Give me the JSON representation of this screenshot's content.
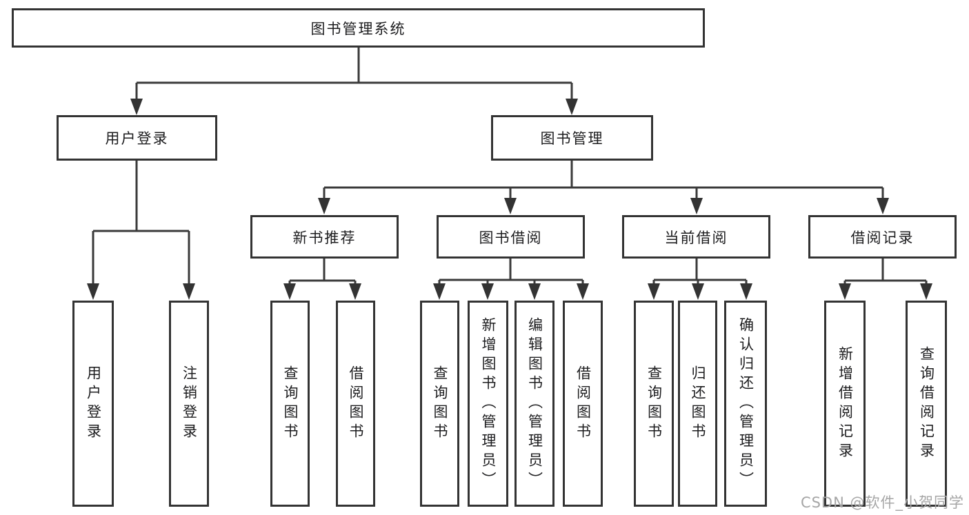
{
  "diagram": {
    "root": {
      "label": "图书管理系统"
    },
    "level2": [
      {
        "id": "user-login",
        "label": "用户登录"
      },
      {
        "id": "book-management",
        "label": "图书管理"
      }
    ],
    "level3": [
      {
        "id": "new-book-recommend",
        "label": "新书推荐"
      },
      {
        "id": "book-borrow",
        "label": "图书借阅"
      },
      {
        "id": "current-borrow",
        "label": "当前借阅"
      },
      {
        "id": "borrow-records",
        "label": "借阅记录"
      }
    ],
    "leaves": [
      {
        "parent": "user-login",
        "label": "用户登录"
      },
      {
        "parent": "user-login",
        "label": "注销登录"
      },
      {
        "parent": "new-book-recommend",
        "label": "查询图书"
      },
      {
        "parent": "new-book-recommend",
        "label": "借阅图书"
      },
      {
        "parent": "book-borrow",
        "label": "查询图书"
      },
      {
        "parent": "book-borrow",
        "label": "新增图书（管理员）"
      },
      {
        "parent": "book-borrow",
        "label": "编辑图书（管理员）"
      },
      {
        "parent": "book-borrow",
        "label": "借阅图书"
      },
      {
        "parent": "current-borrow",
        "label": "查询图书"
      },
      {
        "parent": "current-borrow",
        "label": "归还图书"
      },
      {
        "parent": "current-borrow",
        "label": "确认归还（管理员）"
      },
      {
        "parent": "borrow-records",
        "label": "新增借阅记录"
      },
      {
        "parent": "borrow-records",
        "label": "查询借阅记录"
      }
    ]
  },
  "watermark": {
    "text": "CSDN @软件_小贺同学"
  },
  "colors": {
    "line": "#3a3a3a",
    "box_border": "#333333",
    "box_fill": "#ffffff",
    "text": "#1c1c1e",
    "watermark": "#a6a6a6",
    "background": "#ffffff"
  }
}
